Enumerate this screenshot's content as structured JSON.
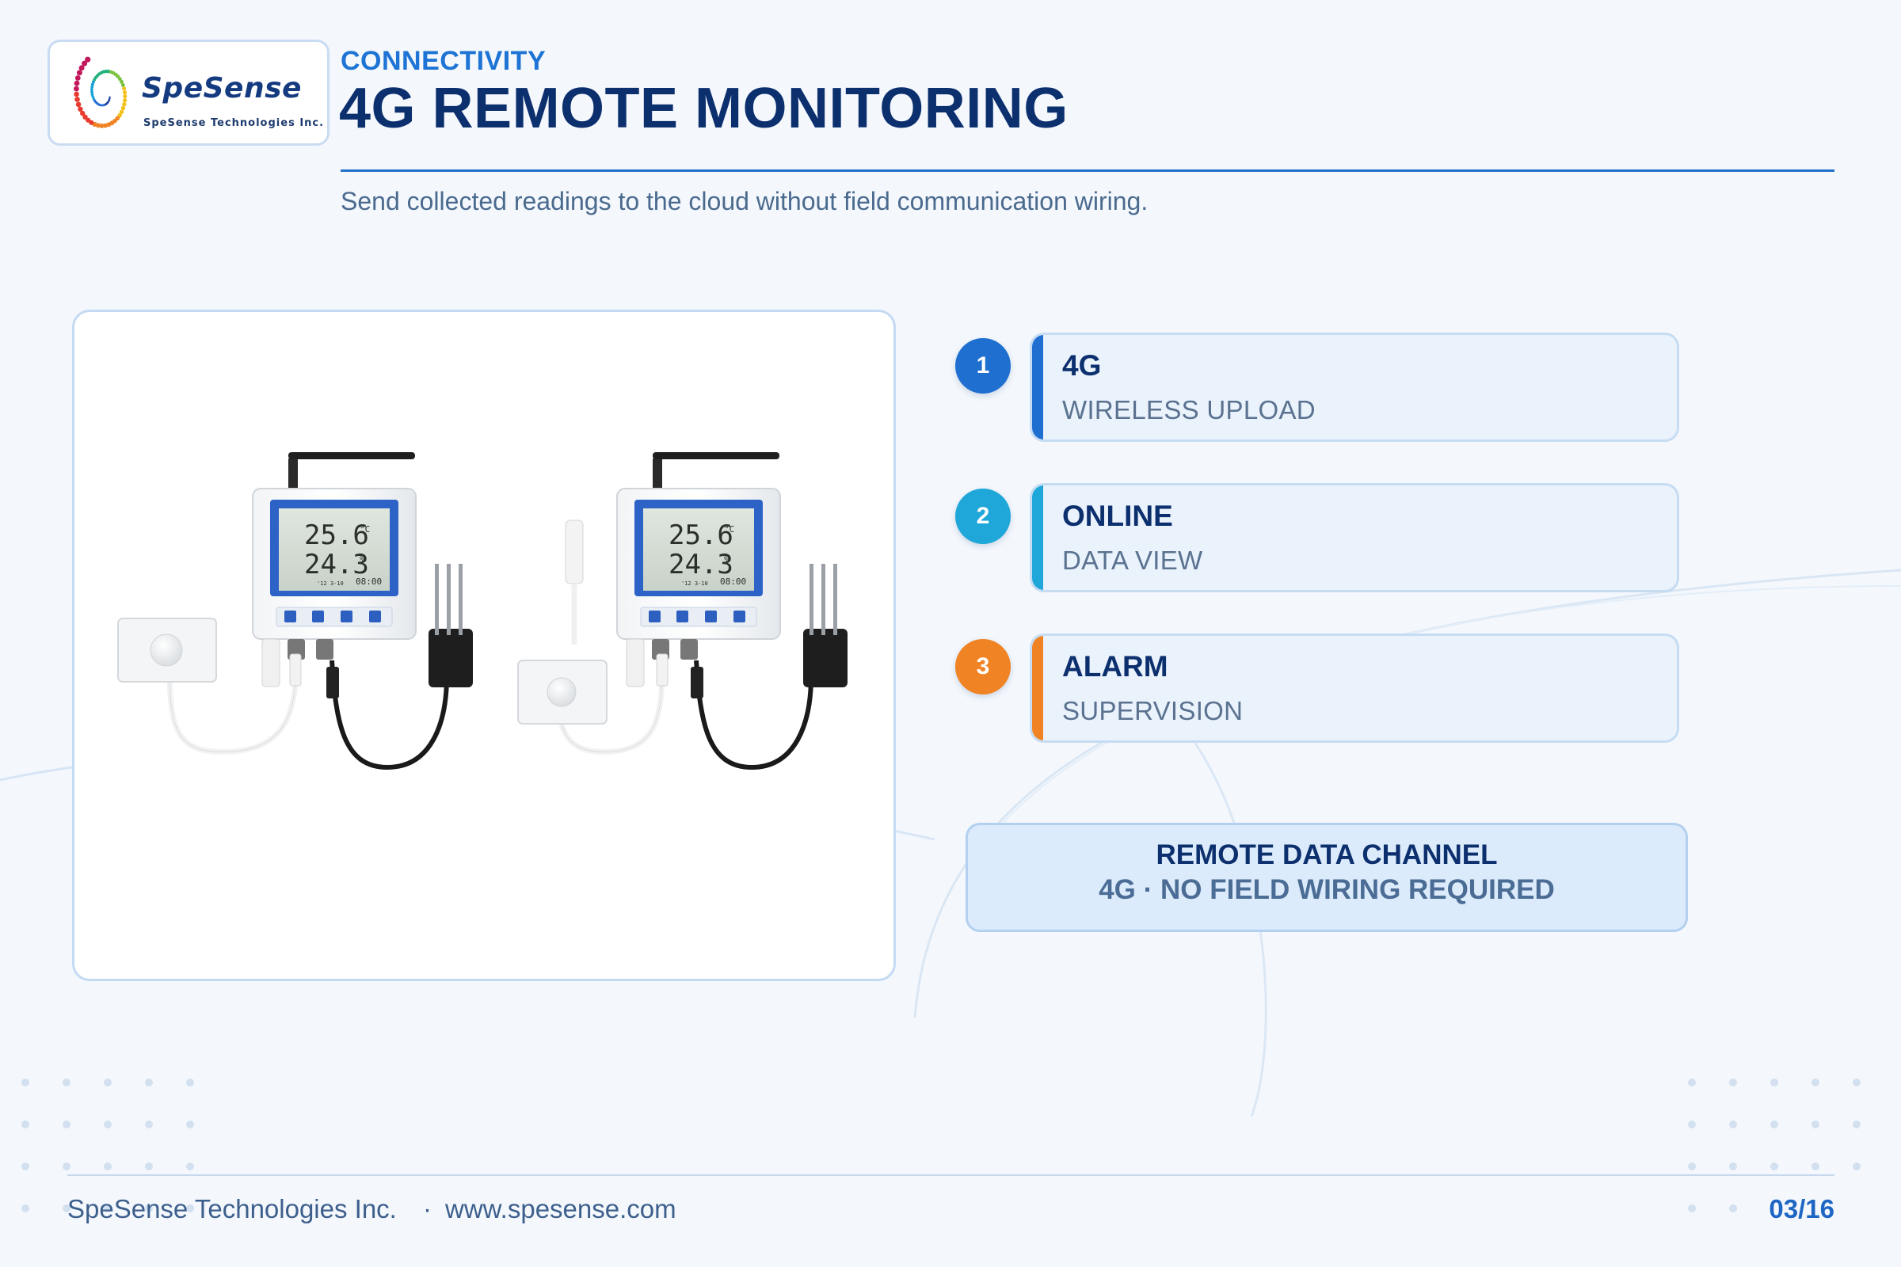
{
  "brand": {
    "logo_name": "SpeSense",
    "logo_tagline": "SpeSense Technologies Inc."
  },
  "header": {
    "eyebrow": "CONNECTIVITY",
    "title": "4G REMOTE MONITORING",
    "subtitle": "Send collected readings to the cloud without field communication wiring."
  },
  "device_display": {
    "temperature": "25.6",
    "temperature_unit": "°C",
    "humidity": "24.3",
    "humidity_unit": "%",
    "time": "08:00",
    "date": "'12 3-10"
  },
  "features": [
    {
      "number": "1",
      "title": "4G",
      "subtitle": "WIRELESS UPLOAD",
      "accent": "#1e6fd0"
    },
    {
      "number": "2",
      "title": "ONLINE",
      "subtitle": "DATA VIEW",
      "accent": "#1ea7d8"
    },
    {
      "number": "3",
      "title": "ALARM",
      "subtitle": "SUPERVISION",
      "accent": "#f08323"
    }
  ],
  "channel": {
    "title": "REMOTE DATA CHANNEL",
    "subtitle": "4G · NO FIELD WIRING REQUIRED"
  },
  "footer": {
    "company": "SpeSense Technologies Inc.",
    "separator": "·",
    "url": "www.spesense.com",
    "page": "03/16"
  },
  "colors": {
    "background": "#f4f8fd",
    "title": "#0c2f6e",
    "eyebrow": "#1e74d4",
    "rule": "#2171c9"
  }
}
